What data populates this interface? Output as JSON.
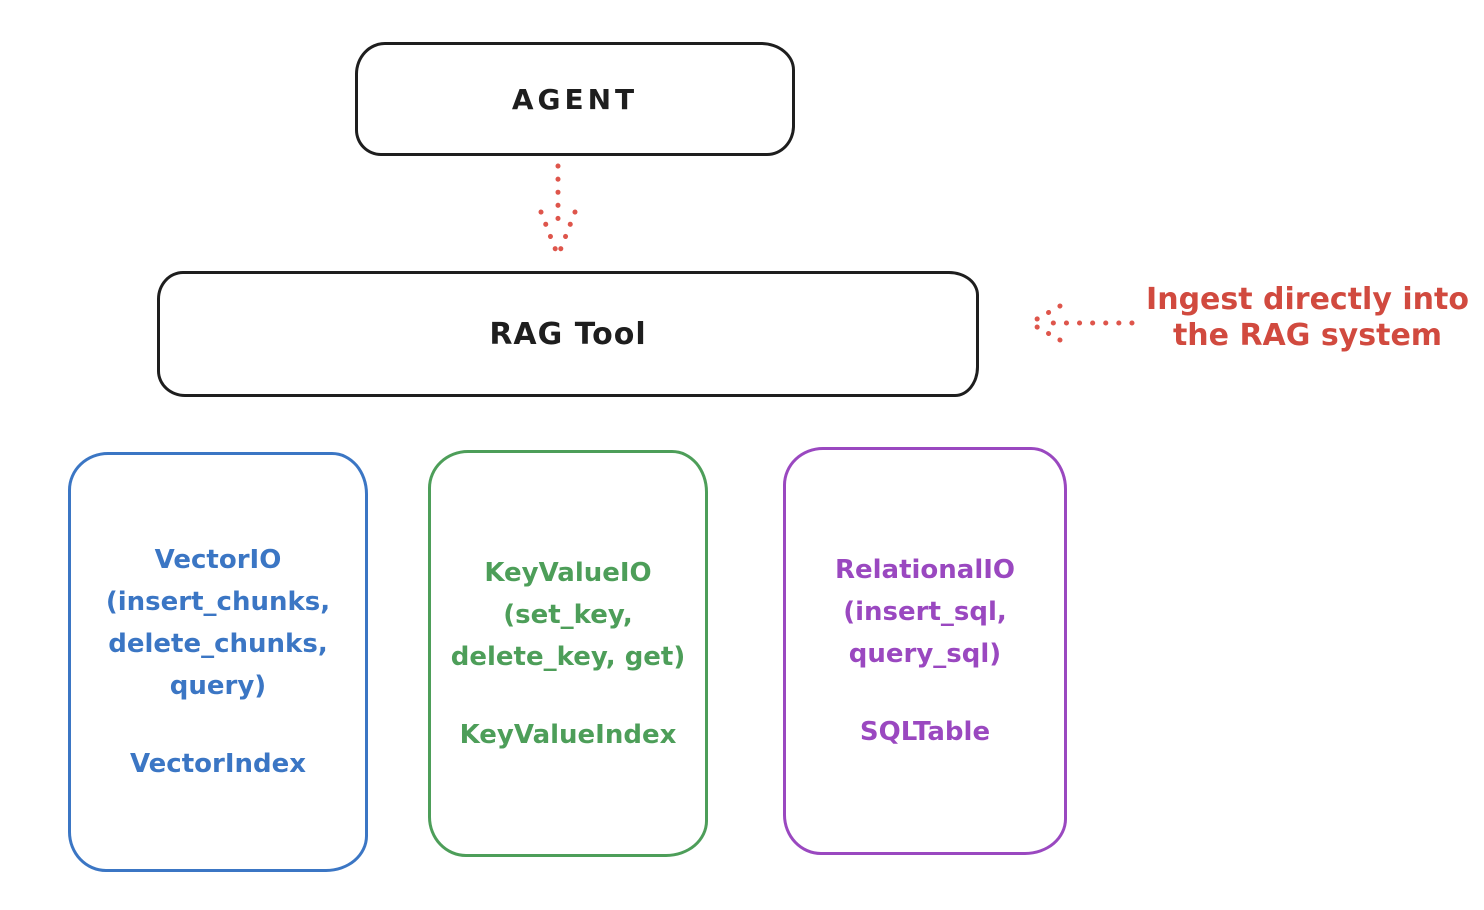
{
  "nodes": {
    "agent": {
      "label": "AGENT"
    },
    "rag_tool": {
      "label": "RAG Tool"
    },
    "io_boxes": [
      {
        "id": "vector-io",
        "accent_color": "#3b76c4",
        "lines": [
          "VectorIO",
          "(insert_chunks,",
          "delete_chunks,",
          "query)"
        ],
        "index_label": "VectorIndex"
      },
      {
        "id": "keyvalue-io",
        "accent_color": "#4d9e59",
        "lines": [
          "KeyValueIO",
          "(set_key,",
          "delete_key, get)"
        ],
        "index_label": "KeyValueIndex"
      },
      {
        "id": "relational-io",
        "accent_color": "#9a48c0",
        "lines": [
          "RelationalIO",
          "(insert_sql,",
          "query_sql)"
        ],
        "index_label": "SQLTable"
      }
    ]
  },
  "annotation": {
    "line1": "Ingest directly into",
    "line2": "the RAG system",
    "color": "#d14a3f"
  },
  "arrows": {
    "agent_to_rag": {
      "color": "#de554b",
      "direction": "down"
    },
    "ingest_to_rag": {
      "color": "#de554b",
      "direction": "left"
    }
  },
  "colors": {
    "outline": "#1e1e1e",
    "background": "#ffffff"
  }
}
